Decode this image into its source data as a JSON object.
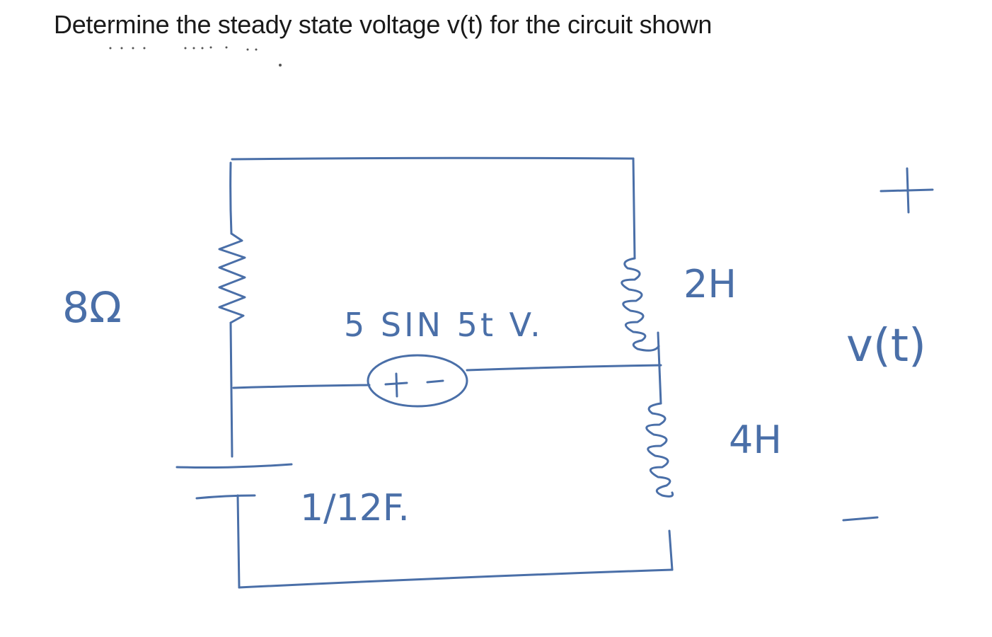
{
  "question": "Determine the steady state voltage v(t) for the circuit shown",
  "circuit": {
    "resistor_label": "8Ω",
    "source_label": "5 SIN 5t V.",
    "source_polarity_plus": "+",
    "source_polarity_minus": "-",
    "inductor_top_label": "2H",
    "inductor_bottom_label": "4H",
    "capacitor_label": "1/12F.",
    "output_plus": "+",
    "output_label": "v(t)",
    "output_minus": "–"
  },
  "colors": {
    "ink": "#4a6fa8",
    "text": "#1a1a1a"
  }
}
